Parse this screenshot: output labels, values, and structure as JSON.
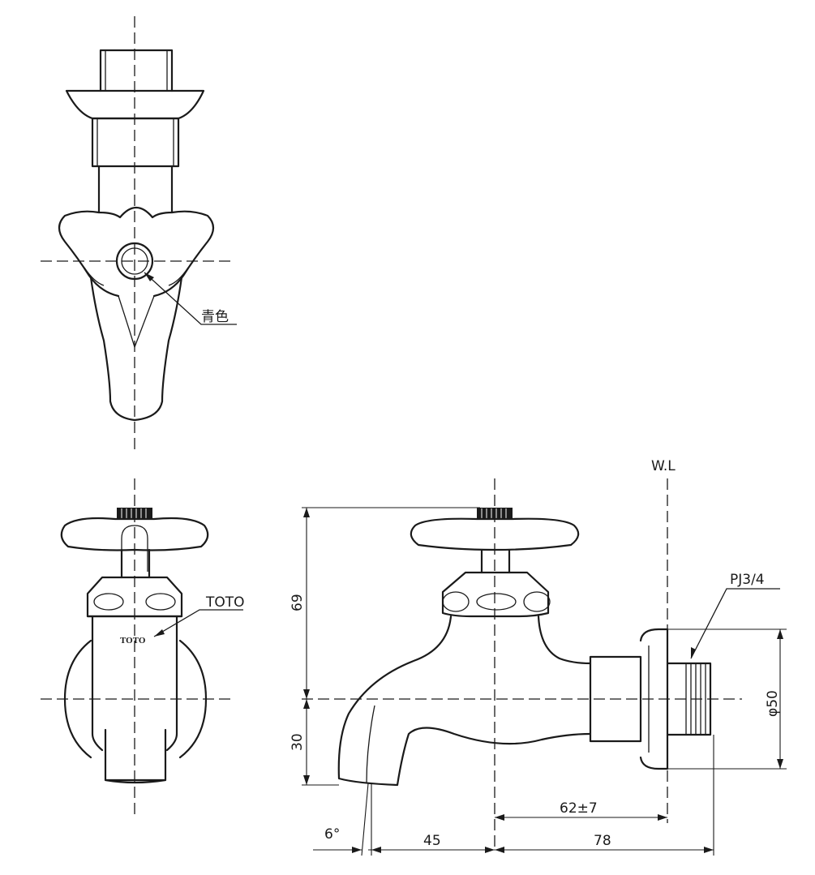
{
  "labels": {
    "color_note": "青色",
    "brand_callout": "TOTO",
    "brand_mark": "TOTO",
    "water_level": "W.L",
    "thread_size": "PJ3/4"
  },
  "dimensions": {
    "height_upper": "69",
    "height_lower": "30",
    "diameter": "φ50",
    "wall_offset": "62±7",
    "spout_reach": "45",
    "body_length": "78",
    "spout_angle": "6°"
  }
}
